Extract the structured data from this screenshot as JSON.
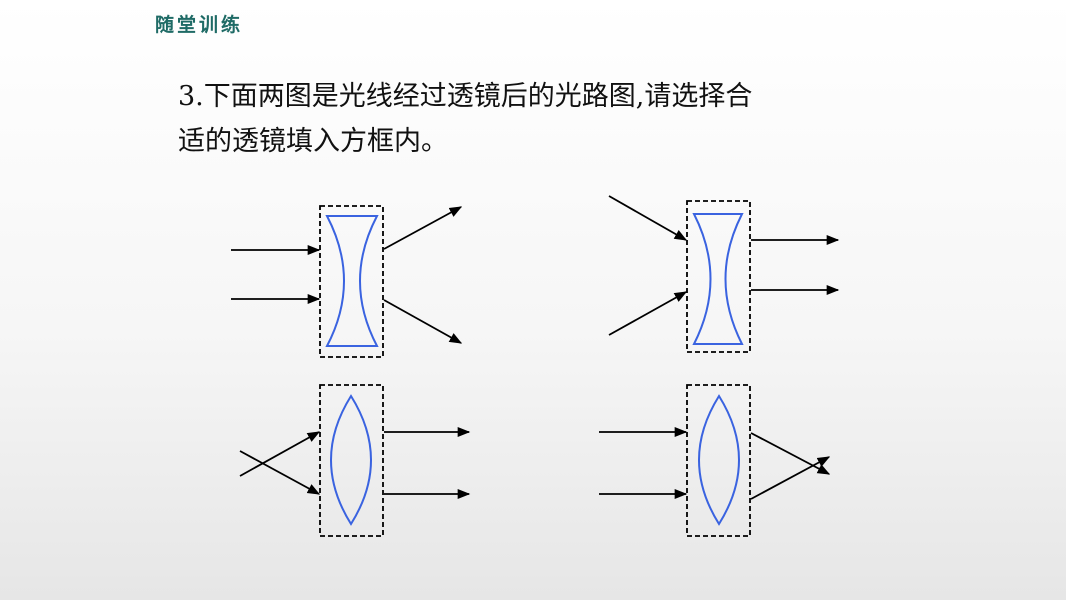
{
  "header": {
    "tag": "随堂训练"
  },
  "question": {
    "line1": "3.下面两图是光线经过透镜后的光路图,请选择合",
    "line2": "适的透镜填入方框内。"
  },
  "colors": {
    "lens": "#3a63e0",
    "ray": "#000000",
    "accent": "#1f6b66"
  }
}
